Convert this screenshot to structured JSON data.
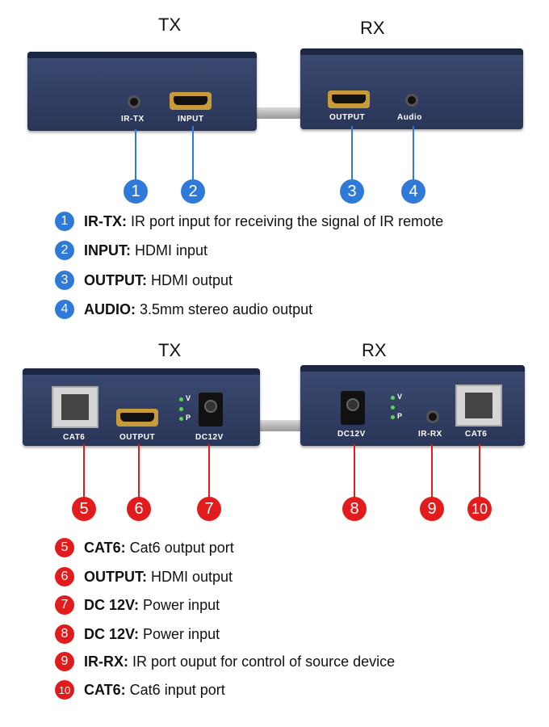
{
  "colors": {
    "blue": "#2f7ad8",
    "red": "#e21c1c",
    "device": "#2f3c62"
  },
  "top_section": {
    "tx_title": "TX",
    "rx_title": "RX",
    "tx_ports": [
      "IR-TX",
      "INPUT"
    ],
    "rx_ports": [
      "OUTPUT",
      "Audio"
    ],
    "callouts": [
      "1",
      "2",
      "3",
      "4"
    ]
  },
  "top_legend": [
    {
      "num": "1",
      "term": "IR-TX:",
      "desc": "IR port input for receiving the signal of IR remote"
    },
    {
      "num": "2",
      "term": "INPUT:",
      "desc": "HDMI input"
    },
    {
      "num": "3",
      "term": "OUTPUT:",
      "desc": "HDMI output"
    },
    {
      "num": "4",
      "term": "AUDIO:",
      "desc": "3.5mm stereo audio output"
    }
  ],
  "bottom_section": {
    "tx_title": "TX",
    "rx_title": "RX",
    "tx_ports": [
      "CAT6",
      "OUTPUT",
      "DC12V"
    ],
    "rx_ports": [
      "DC12V",
      "IR-RX",
      "CAT6"
    ],
    "led_labels": [
      "V",
      "P"
    ],
    "callouts": [
      "5",
      "6",
      "7",
      "8",
      "9",
      "10"
    ]
  },
  "bottom_legend": [
    {
      "num": "5",
      "term": "CAT6:",
      "desc": "Cat6 output port"
    },
    {
      "num": "6",
      "term": "OUTPUT:",
      "desc": "HDMI output"
    },
    {
      "num": "7",
      "term": "DC 12V:",
      "desc": "Power input"
    },
    {
      "num": "8",
      "term": "DC 12V:",
      "desc": "Power input"
    },
    {
      "num": "9",
      "term": "IR-RX:",
      "desc": "IR port ouput for control of source device"
    },
    {
      "num": "10",
      "term": "CAT6:",
      "desc": "Cat6 input port"
    }
  ]
}
